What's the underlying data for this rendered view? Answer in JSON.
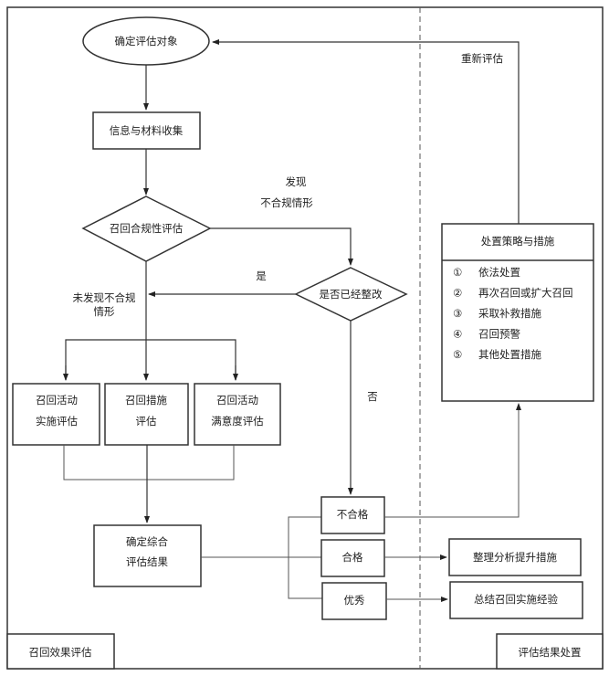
{
  "diagram": {
    "type": "flowchart",
    "lanes": {
      "left": "召回效果评估",
      "right": "评估结果处置"
    },
    "nodes": {
      "start": "确定评估对象",
      "collect": "信息与材料收集",
      "compliance": "召回合规性评估",
      "rectified": "是否已经整改",
      "eval1": [
        "召回活动",
        "实施评估"
      ],
      "eval2": [
        "召回措施",
        "评估"
      ],
      "eval3": [
        "召回活动",
        "满意度评估"
      ],
      "combined": [
        "确定综合",
        "评估结果"
      ],
      "fail": "不合格",
      "pass": "合格",
      "excellent": "优秀",
      "improve": "整理分析提升措施",
      "summarize": "总结召回实施经验",
      "strategy": {
        "title": "处置策略与措施",
        "items": [
          {
            "num": "①",
            "label": "依法处置"
          },
          {
            "num": "②",
            "label": "再次召回或扩大召回"
          },
          {
            "num": "③",
            "label": "采取补救措施"
          },
          {
            "num": "④",
            "label": "召回预警"
          },
          {
            "num": "⑤",
            "label": "其他处置措施"
          }
        ]
      }
    },
    "edge_labels": {
      "reassess": "重新评估",
      "found": [
        "发现",
        "不合规情形"
      ],
      "yes": "是",
      "no": "否",
      "not_found": [
        "未发现不合规",
        "情形"
      ]
    }
  }
}
